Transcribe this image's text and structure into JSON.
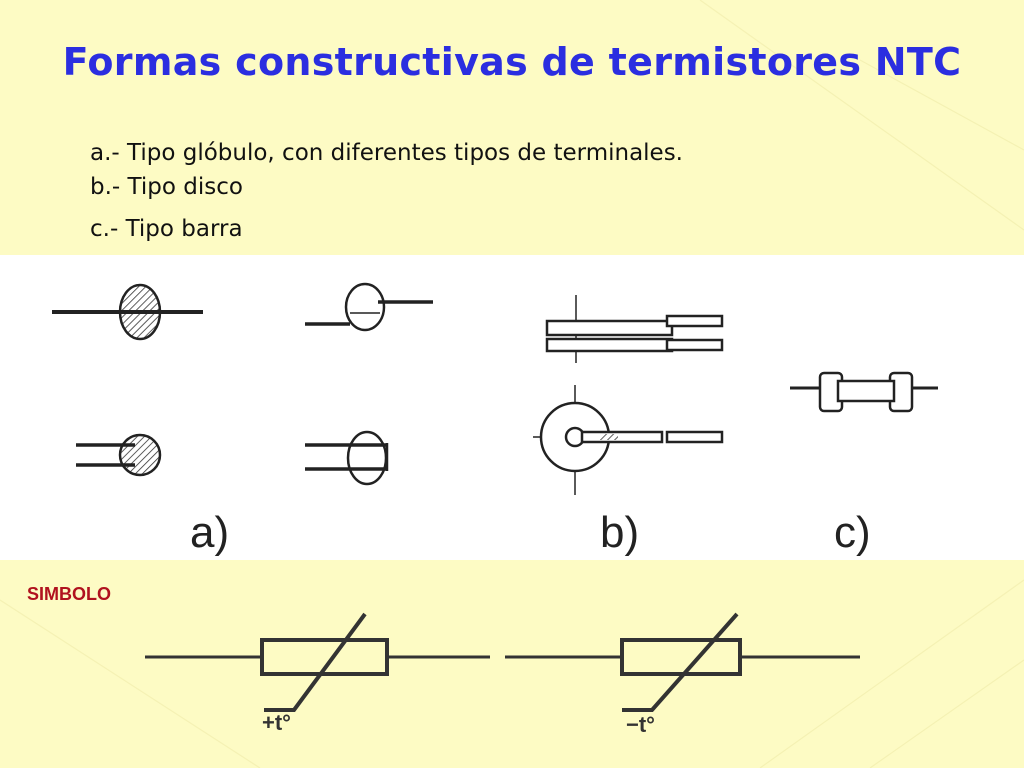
{
  "slide": {
    "title": "Formas constructivas de termistores NTC",
    "items": [
      "a.- Tipo glóbulo, con diferentes tipos de terminales.",
      "b.- Tipo disco",
      "c.- Tipo barra"
    ]
  },
  "figure": {
    "labels": [
      "a)",
      "b)",
      "c)"
    ]
  },
  "symbol_section": {
    "heading": "SIMBOLO",
    "symbols": [
      {
        "sign_label": "+t°"
      },
      {
        "sign_label": "−t°"
      }
    ]
  },
  "colors": {
    "background": "#fdfbc4",
    "title": "#2b2ee0",
    "heading": "#b0121e",
    "figure_panel": "#ffffff"
  }
}
